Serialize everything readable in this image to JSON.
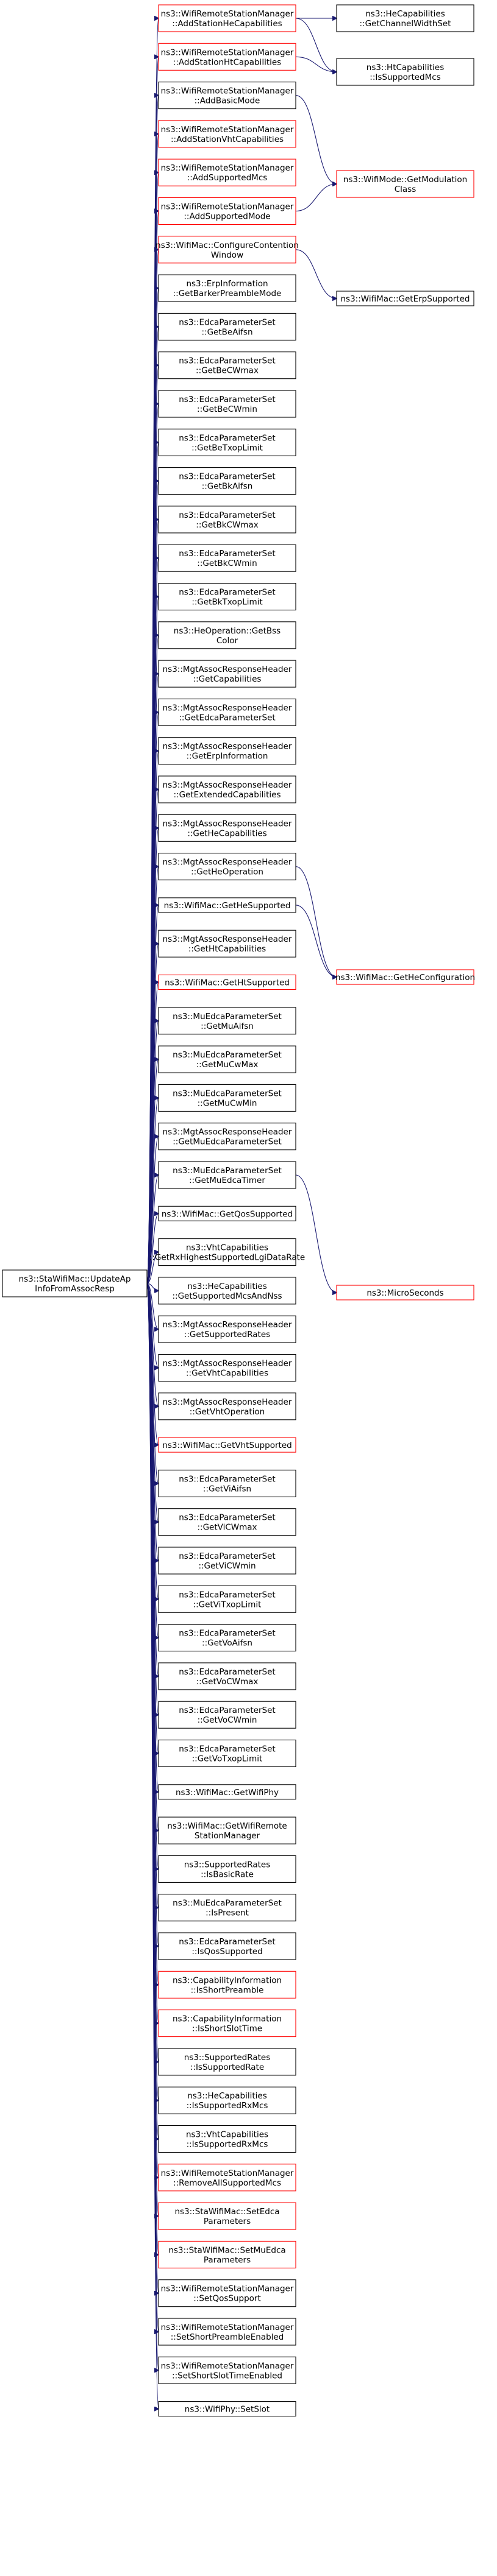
{
  "colors": {
    "edge": "#191970",
    "node_border_black": "#000000",
    "node_border_red": "#ff0000",
    "root_fill": "#bfbfbf",
    "background": "#ffffff"
  },
  "root": {
    "lines": [
      "ns3::StaWifiMac::UpdateAp",
      "InfoFromAssocResp"
    ]
  },
  "targets": [
    {
      "id": "t0",
      "lines": [
        "ns3::WifiRemoteStationManager",
        "::AddStationHeCapabilities"
      ],
      "border": "red"
    },
    {
      "id": "t1",
      "lines": [
        "ns3::WifiRemoteStationManager",
        "::AddStationHtCapabilities"
      ],
      "border": "red"
    },
    {
      "id": "t2",
      "lines": [
        "ns3::WifiRemoteStationManager",
        "::AddBasicMode"
      ],
      "border": "black"
    },
    {
      "id": "t3",
      "lines": [
        "ns3::WifiRemoteStationManager",
        "::AddStationVhtCapabilities"
      ],
      "border": "red"
    },
    {
      "id": "t4",
      "lines": [
        "ns3::WifiRemoteStationManager",
        "::AddSupportedMcs"
      ],
      "border": "red"
    },
    {
      "id": "t5",
      "lines": [
        "ns3::WifiRemoteStationManager",
        "::AddSupportedMode"
      ],
      "border": "red"
    },
    {
      "id": "t6",
      "lines": [
        "ns3::WifiMac::ConfigureContention",
        "Window"
      ],
      "border": "red"
    },
    {
      "id": "t7",
      "lines": [
        "ns3::ErpInformation",
        "::GetBarkerPreambleMode"
      ],
      "border": "black"
    },
    {
      "id": "t8",
      "lines": [
        "ns3::EdcaParameterSet",
        "::GetBeAifsn"
      ],
      "border": "black"
    },
    {
      "id": "t9",
      "lines": [
        "ns3::EdcaParameterSet",
        "::GetBeCWmax"
      ],
      "border": "black"
    },
    {
      "id": "t10",
      "lines": [
        "ns3::EdcaParameterSet",
        "::GetBeCWmin"
      ],
      "border": "black"
    },
    {
      "id": "t11",
      "lines": [
        "ns3::EdcaParameterSet",
        "::GetBeTxopLimit"
      ],
      "border": "black"
    },
    {
      "id": "t12",
      "lines": [
        "ns3::EdcaParameterSet",
        "::GetBkAifsn"
      ],
      "border": "black"
    },
    {
      "id": "t13",
      "lines": [
        "ns3::EdcaParameterSet",
        "::GetBkCWmax"
      ],
      "border": "black"
    },
    {
      "id": "t14",
      "lines": [
        "ns3::EdcaParameterSet",
        "::GetBkCWmin"
      ],
      "border": "black"
    },
    {
      "id": "t15",
      "lines": [
        "ns3::EdcaParameterSet",
        "::GetBkTxopLimit"
      ],
      "border": "black"
    },
    {
      "id": "t16",
      "lines": [
        "ns3::HeOperation::GetBss",
        "Color"
      ],
      "border": "black"
    },
    {
      "id": "t17",
      "lines": [
        "ns3::MgtAssocResponseHeader",
        "::GetCapabilities"
      ],
      "border": "black"
    },
    {
      "id": "t18",
      "lines": [
        "ns3::MgtAssocResponseHeader",
        "::GetEdcaParameterSet"
      ],
      "border": "black"
    },
    {
      "id": "t19",
      "lines": [
        "ns3::MgtAssocResponseHeader",
        "::GetErpInformation"
      ],
      "border": "black"
    },
    {
      "id": "t20",
      "lines": [
        "ns3::MgtAssocResponseHeader",
        "::GetExtendedCapabilities"
      ],
      "border": "black"
    },
    {
      "id": "t21",
      "lines": [
        "ns3::MgtAssocResponseHeader",
        "::GetHeCapabilities"
      ],
      "border": "black"
    },
    {
      "id": "t22",
      "lines": [
        "ns3::MgtAssocResponseHeader",
        "::GetHeOperation"
      ],
      "border": "black"
    },
    {
      "id": "t23",
      "lines": [
        "ns3::WifiMac::GetHeSupported"
      ],
      "border": "black"
    },
    {
      "id": "t24",
      "lines": [
        "ns3::MgtAssocResponseHeader",
        "::GetHtCapabilities"
      ],
      "border": "black"
    },
    {
      "id": "t25",
      "lines": [
        "ns3::WifiMac::GetHtSupported"
      ],
      "border": "red"
    },
    {
      "id": "t26",
      "lines": [
        "ns3::MuEdcaParameterSet",
        "::GetMuAifsn"
      ],
      "border": "black"
    },
    {
      "id": "t27",
      "lines": [
        "ns3::MuEdcaParameterSet",
        "::GetMuCwMax"
      ],
      "border": "black"
    },
    {
      "id": "t28",
      "lines": [
        "ns3::MuEdcaParameterSet",
        "::GetMuCwMin"
      ],
      "border": "black"
    },
    {
      "id": "t29",
      "lines": [
        "ns3::MgtAssocResponseHeader",
        "::GetMuEdcaParameterSet"
      ],
      "border": "black"
    },
    {
      "id": "t30",
      "lines": [
        "ns3::MuEdcaParameterSet",
        "::GetMuEdcaTimer"
      ],
      "border": "black"
    },
    {
      "id": "t31",
      "lines": [
        "ns3::WifiMac::GetQosSupported"
      ],
      "border": "black"
    },
    {
      "id": "t32",
      "lines": [
        "ns3::VhtCapabilities",
        "::GetRxHighestSupportedLgiDataRate"
      ],
      "border": "black"
    },
    {
      "id": "t33",
      "lines": [
        "ns3::HeCapabilities",
        "::GetSupportedMcsAndNss"
      ],
      "border": "black"
    },
    {
      "id": "t34",
      "lines": [
        "ns3::MgtAssocResponseHeader",
        "::GetSupportedRates"
      ],
      "border": "black"
    },
    {
      "id": "t35",
      "lines": [
        "ns3::MgtAssocResponseHeader",
        "::GetVhtCapabilities"
      ],
      "border": "black"
    },
    {
      "id": "t36",
      "lines": [
        "ns3::MgtAssocResponseHeader",
        "::GetVhtOperation"
      ],
      "border": "black"
    },
    {
      "id": "t37",
      "lines": [
        "ns3::WifiMac::GetVhtSupported"
      ],
      "border": "red"
    },
    {
      "id": "t38",
      "lines": [
        "ns3::EdcaParameterSet",
        "::GetViAifsn"
      ],
      "border": "black"
    },
    {
      "id": "t39",
      "lines": [
        "ns3::EdcaParameterSet",
        "::GetViCWmax"
      ],
      "border": "black"
    },
    {
      "id": "t40",
      "lines": [
        "ns3::EdcaParameterSet",
        "::GetViCWmin"
      ],
      "border": "black"
    },
    {
      "id": "t41",
      "lines": [
        "ns3::EdcaParameterSet",
        "::GetViTxopLimit"
      ],
      "border": "black"
    },
    {
      "id": "t42",
      "lines": [
        "ns3::EdcaParameterSet",
        "::GetVoAifsn"
      ],
      "border": "black"
    },
    {
      "id": "t43",
      "lines": [
        "ns3::EdcaParameterSet",
        "::GetVoCWmax"
      ],
      "border": "black"
    },
    {
      "id": "t44",
      "lines": [
        "ns3::EdcaParameterSet",
        "::GetVoCWmin"
      ],
      "border": "black"
    },
    {
      "id": "t45",
      "lines": [
        "ns3::EdcaParameterSet",
        "::GetVoTxopLimit"
      ],
      "border": "black"
    },
    {
      "id": "t46",
      "lines": [
        "ns3::WifiMac::GetWifiPhy"
      ],
      "border": "black"
    },
    {
      "id": "t47",
      "lines": [
        "ns3::WifiMac::GetWifiRemote",
        "StationManager"
      ],
      "border": "black"
    },
    {
      "id": "t48",
      "lines": [
        "ns3::SupportedRates",
        "::IsBasicRate"
      ],
      "border": "black"
    },
    {
      "id": "t49",
      "lines": [
        "ns3::MuEdcaParameterSet",
        "::IsPresent"
      ],
      "border": "black"
    },
    {
      "id": "t50",
      "lines": [
        "ns3::EdcaParameterSet",
        "::IsQosSupported"
      ],
      "border": "black"
    },
    {
      "id": "t51",
      "lines": [
        "ns3::CapabilityInformation",
        "::IsShortPreamble"
      ],
      "border": "red"
    },
    {
      "id": "t52",
      "lines": [
        "ns3::CapabilityInformation",
        "::IsShortSlotTime"
      ],
      "border": "red"
    },
    {
      "id": "t53",
      "lines": [
        "ns3::SupportedRates",
        "::IsSupportedRate"
      ],
      "border": "black"
    },
    {
      "id": "t54",
      "lines": [
        "ns3::HeCapabilities",
        "::IsSupportedRxMcs"
      ],
      "border": "black"
    },
    {
      "id": "t55",
      "lines": [
        "ns3::VhtCapabilities",
        "::IsSupportedRxMcs"
      ],
      "border": "black"
    },
    {
      "id": "t56",
      "lines": [
        "ns3::WifiRemoteStationManager",
        "::RemoveAllSupportedMcs"
      ],
      "border": "red"
    },
    {
      "id": "t57",
      "lines": [
        "ns3::StaWifiMac::SetEdca",
        "Parameters"
      ],
      "border": "red"
    },
    {
      "id": "t58",
      "lines": [
        "ns3::StaWifiMac::SetMuEdca",
        "Parameters"
      ],
      "border": "red"
    },
    {
      "id": "t59",
      "lines": [
        "ns3::WifiRemoteStationManager",
        "::SetQosSupport"
      ],
      "border": "black"
    },
    {
      "id": "t60",
      "lines": [
        "ns3::WifiRemoteStationManager",
        "::SetShortPreambleEnabled"
      ],
      "border": "black"
    },
    {
      "id": "t61",
      "lines": [
        "ns3::WifiRemoteStationManager",
        "::SetShortSlotTimeEnabled"
      ],
      "border": "black"
    },
    {
      "id": "t62",
      "lines": [
        "ns3::WifiPhy::SetSlot"
      ],
      "border": "black"
    }
  ],
  "secondary": [
    {
      "id": "s0",
      "lines": [
        "ns3::HeCapabilities",
        "::GetChannelWidthSet"
      ],
      "border": "black"
    },
    {
      "id": "s1",
      "lines": [
        "ns3::HtCapabilities",
        "::IsSupportedMcs"
      ],
      "border": "black"
    },
    {
      "id": "s2",
      "lines": [
        "ns3::WifiMode::GetModulation",
        "Class"
      ],
      "border": "red"
    },
    {
      "id": "s3",
      "lines": [
        "ns3::WifiMac::GetErpSupported"
      ],
      "border": "black"
    },
    {
      "id": "s4",
      "lines": [
        "ns3::WifiMac::GetHeConfiguration"
      ],
      "border": "red"
    },
    {
      "id": "s5",
      "lines": [
        "ns3::MicroSeconds"
      ],
      "border": "red"
    }
  ],
  "secondary_edges": [
    {
      "from": "t0",
      "to": "s0"
    },
    {
      "from": "t0",
      "to": "s1"
    },
    {
      "from": "t1",
      "to": "s1"
    },
    {
      "from": "t2",
      "to": "s2"
    },
    {
      "from": "t5",
      "to": "s2"
    },
    {
      "from": "t6",
      "to": "s3"
    },
    {
      "from": "t22",
      "to": "s4"
    },
    {
      "from": "t23",
      "to": "s4"
    },
    {
      "from": "t30",
      "to": "s5"
    }
  ]
}
